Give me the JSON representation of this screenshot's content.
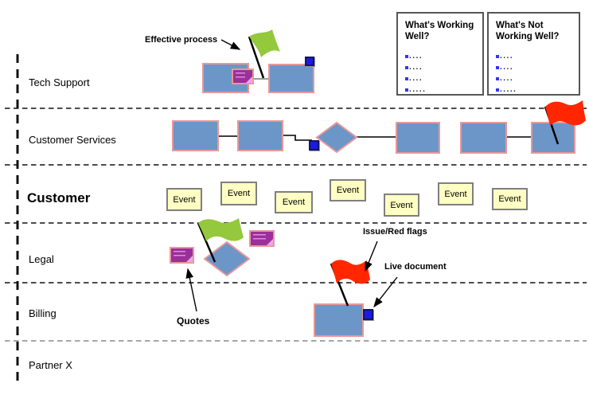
{
  "diagram": {
    "lanes": [
      {
        "label": "Tech Support"
      },
      {
        "label": "Customer Services"
      },
      {
        "label": "Customer"
      },
      {
        "label": "Legal"
      },
      {
        "label": "Billing"
      },
      {
        "label": "Partner X"
      }
    ],
    "annotations": {
      "effective_process": "Effective process",
      "quotes": "Quotes",
      "issue_red_flags": "Issue/Red flags",
      "live_document": "Live document"
    },
    "customer_events": [
      "Event",
      "Event",
      "Event",
      "Event",
      "Event",
      "Event",
      "Event"
    ],
    "panels": [
      {
        "title": "What's Working Well?",
        "bullets": [
          "....",
          "....",
          "....",
          "....."
        ]
      },
      {
        "title": "What's Not Working Well?",
        "bullets": [
          "....",
          "....",
          "....",
          "....."
        ]
      }
    ],
    "icons": {
      "green_flag": "good/effective process marker",
      "red_flag": "issue/red flag marker",
      "purple_note": "quote note",
      "blue_square": "live document marker",
      "diamond": "decision point"
    },
    "colors": {
      "process_fill": "#6C96C8",
      "process_border": "#E89898",
      "sticky_fill": "#FFFFC4",
      "sticky_border": "#7F7F7F",
      "note_fill": "#9B2F9B",
      "flag_green": "#94C83D",
      "flag_red": "#FF2600",
      "marker_blue": "#1A1AE6",
      "bullet_blue": "#3333FF"
    }
  }
}
